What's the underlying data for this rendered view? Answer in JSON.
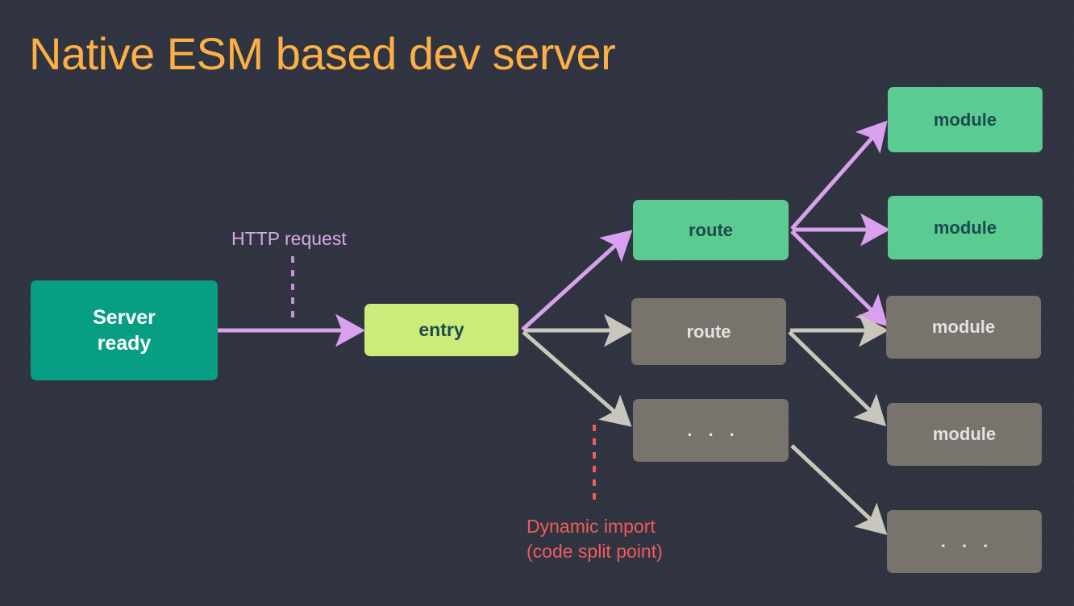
{
  "title": "Native ESM based dev server",
  "colors": {
    "background": "#2f3440",
    "title_orange": "#fcaf45",
    "server_teal": "#079e83",
    "entry_lime": "#cdeb7a",
    "active_green": "#5ccb92",
    "dim_gray": "#78736d",
    "arrow_purple": "#d9a0ee",
    "arrow_gray": "#c9c7bd",
    "label_purple": "#d9a7ea",
    "label_red": "#ef5c5c",
    "dark_text": "#1d4a4f",
    "light_text": "#e4e2de"
  },
  "nodes": [
    {
      "id": "server",
      "label": "Server\nready",
      "state": "ready"
    },
    {
      "id": "entry",
      "label": "entry",
      "state": "entry"
    },
    {
      "id": "route-active",
      "label": "route",
      "state": "active"
    },
    {
      "id": "route-dim",
      "label": "route",
      "state": "dim"
    },
    {
      "id": "route-ellipsis",
      "label": ". . .",
      "state": "dim"
    },
    {
      "id": "module-1",
      "label": "module",
      "state": "active"
    },
    {
      "id": "module-2",
      "label": "module",
      "state": "active"
    },
    {
      "id": "module-3",
      "label": "module",
      "state": "dim"
    },
    {
      "id": "module-4",
      "label": "module",
      "state": "dim"
    },
    {
      "id": "module-ellipsis",
      "label": ". . .",
      "state": "dim"
    }
  ],
  "edge_labels": {
    "http_request": "HTTP request",
    "dynamic_import": "Dynamic import\n(code split point)"
  }
}
